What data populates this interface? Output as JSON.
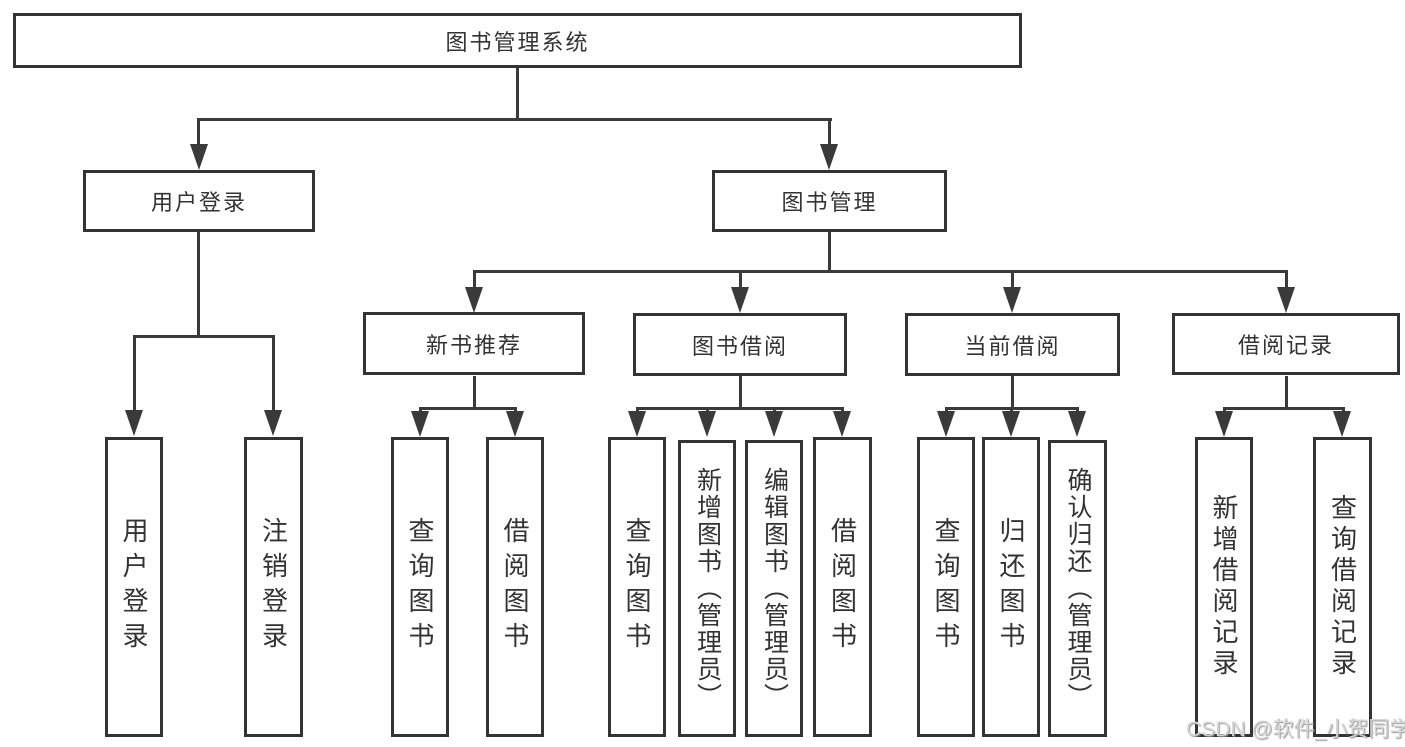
{
  "diagram": {
    "root": {
      "label": "图书管理系统"
    },
    "branches": [
      {
        "label": "用户登录",
        "children": [
          {
            "label": "用户登录"
          },
          {
            "label": "注销登录"
          }
        ]
      },
      {
        "label": "图书管理",
        "children": [
          {
            "label": "新书推荐",
            "children": [
              {
                "label": "查询图书"
              },
              {
                "label": "借阅图书"
              }
            ]
          },
          {
            "label": "图书借阅",
            "children": [
              {
                "label": "查询图书"
              },
              {
                "label": "新增图书（管理员）"
              },
              {
                "label": "编辑图书（管理员）"
              },
              {
                "label": "借阅图书"
              }
            ]
          },
          {
            "label": "当前借阅",
            "children": [
              {
                "label": "查询图书"
              },
              {
                "label": "归还图书"
              },
              {
                "label": "确认归还（管理员）"
              }
            ]
          },
          {
            "label": "借阅记录",
            "children": [
              {
                "label": "新增借阅记录"
              },
              {
                "label": "查询借阅记录"
              }
            ]
          }
        ]
      }
    ],
    "watermark": "CSDN @软件_小贺同学",
    "colors": {
      "line": "#3a3a3a",
      "border": "#333333",
      "text": "#333333",
      "background": "#ffffff",
      "watermark": "#d6d6d6"
    }
  }
}
